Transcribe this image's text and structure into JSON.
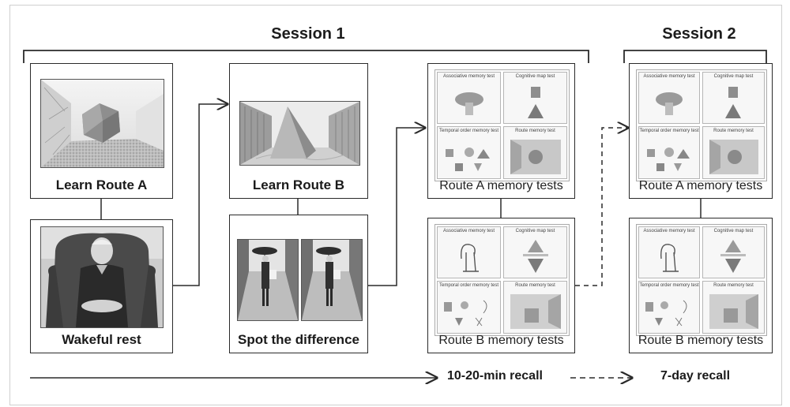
{
  "sessions": {
    "session1_label": "Session 1",
    "session2_label": "Session 2"
  },
  "session1": {
    "learn_route_a": "Learn Route A",
    "wakeful_rest": "Wakeful rest",
    "learn_route_b": "Learn Route B",
    "spot_difference": "Spot the difference",
    "route_a_tests": "Route A memory tests",
    "route_b_tests": "Route B memory tests"
  },
  "session2": {
    "route_a_tests": "Route A memory tests",
    "route_b_tests": "Route B memory tests"
  },
  "timeline": {
    "recall_short": "10-20-min recall",
    "recall_long": "7-day recall"
  },
  "test_panel_titles": [
    "Associative memory test",
    "Cognitive map test",
    "Temporal order memory test",
    "Route memory test"
  ],
  "colors": {
    "line": "#2a2a2a",
    "panel_bg": "#f7f7f7"
  }
}
